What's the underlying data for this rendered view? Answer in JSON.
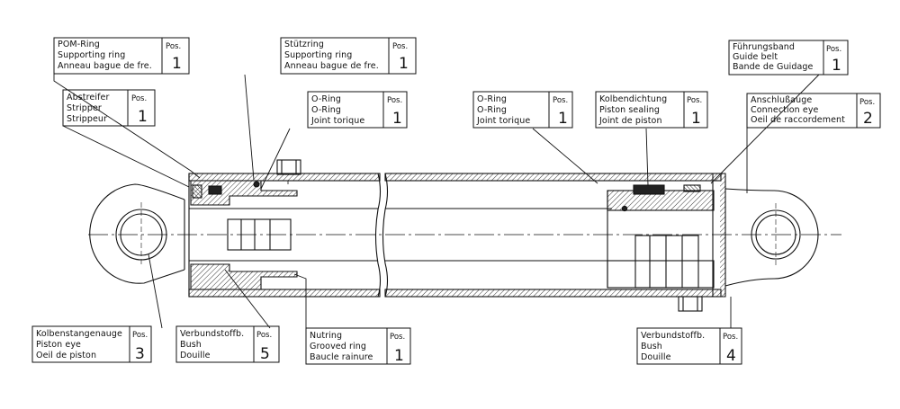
{
  "callouts": [
    {
      "id": "pom-ring",
      "lines": [
        "POM-Ring",
        "Supporting ring",
        "Anneau bague de fre."
      ],
      "pos_label": "Pos.",
      "qty": "1"
    },
    {
      "id": "stuetzring",
      "lines": [
        "Stützring",
        "Supporting ring",
        "Anneau bague de fre."
      ],
      "pos_label": "Pos.",
      "qty": "1"
    },
    {
      "id": "fuehrungsband",
      "lines": [
        "Führungsband",
        "Guide belt",
        "Bande de Guidage"
      ],
      "pos_label": "Pos.",
      "qty": "1"
    },
    {
      "id": "abstreifer",
      "lines": [
        "Abstreifer",
        "Stripper",
        "Strippeur"
      ],
      "pos_label": "Pos.",
      "qty": "1"
    },
    {
      "id": "o-ring-rod",
      "lines": [
        "O-Ring",
        "O-Ring",
        "Joint torique"
      ],
      "pos_label": "Pos.",
      "qty": "1"
    },
    {
      "id": "o-ring-piston",
      "lines": [
        "O-Ring",
        "O-Ring",
        "Joint torique"
      ],
      "pos_label": "Pos.",
      "qty": "1"
    },
    {
      "id": "kolbendichtung",
      "lines": [
        "Kolbendichtung",
        "Piston sealing",
        "Joint de piston"
      ],
      "pos_label": "Pos.",
      "qty": "1"
    },
    {
      "id": "anschlussauge",
      "lines": [
        "Anschlußauge",
        "Connection eye",
        "Oeil de raccordement"
      ],
      "pos_label": "Pos.",
      "qty": "2"
    },
    {
      "id": "kolbenstangenauge",
      "lines": [
        "Kolbenstangenauge",
        "Piston eye",
        "Oeil de piston"
      ],
      "pos_label": "Pos.",
      "qty": "3"
    },
    {
      "id": "verbundstoffb-rod",
      "lines": [
        "Verbundstoffb.",
        "Bush",
        "Douille"
      ],
      "pos_label": "Pos.",
      "qty": "5"
    },
    {
      "id": "nutring",
      "lines": [
        "Nutring",
        "Grooved ring",
        "Baucle rainure"
      ],
      "pos_label": "Pos.",
      "qty": "1"
    },
    {
      "id": "verbundstoffb-base",
      "lines": [
        "Verbundstoffb.",
        "Bush",
        "Douille"
      ],
      "pos_label": "Pos.",
      "qty": "4"
    }
  ]
}
